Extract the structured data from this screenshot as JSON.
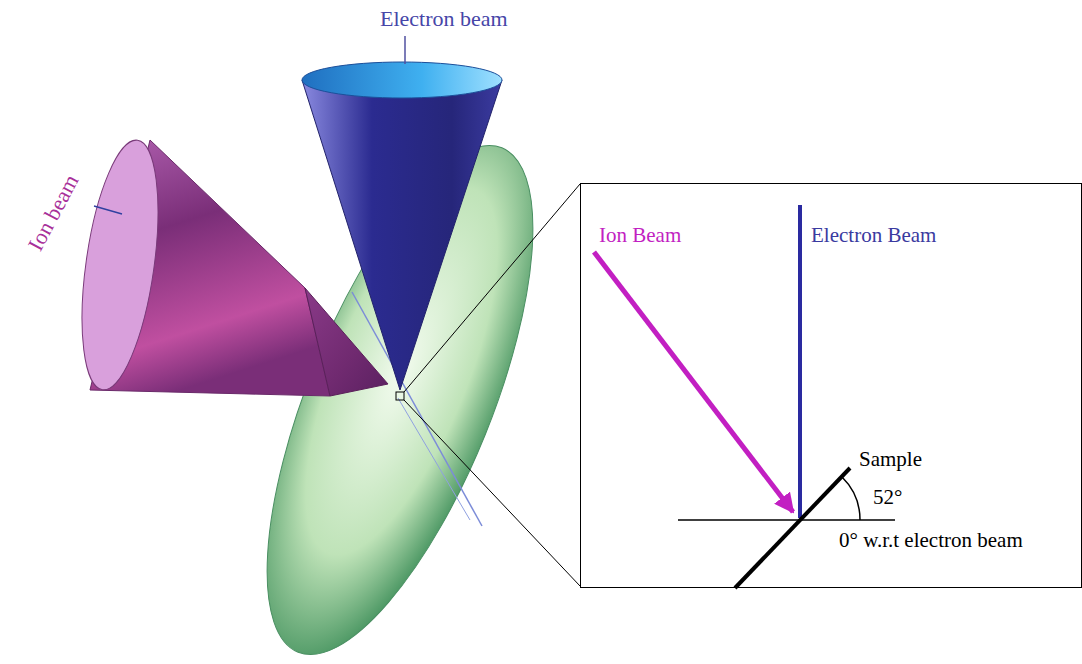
{
  "diagram": {
    "nodes": [
      {
        "text": [
          "Ion Beam",
          "Electron Beam",
          "Sample",
          "52°",
          "0° w.r.t electron beam"
        ]
      }
    ],
    "labels": [
      "Electron beam",
      "Ion beam"
    ]
  }
}
